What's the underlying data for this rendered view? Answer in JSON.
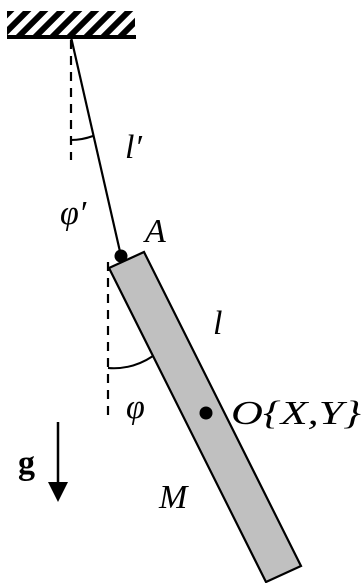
{
  "figure": {
    "labels": {
      "string_length": "l′",
      "string_angle": "φ′",
      "pivot_point": "A",
      "rod_length": "l",
      "rod_angle": "φ",
      "center_of_mass": "O{X,Y}",
      "gravity": "g",
      "mass": "M"
    },
    "colors": {
      "rod_fill": "#c0c0c0",
      "stroke": "#000000",
      "background": "#ffffff"
    }
  }
}
